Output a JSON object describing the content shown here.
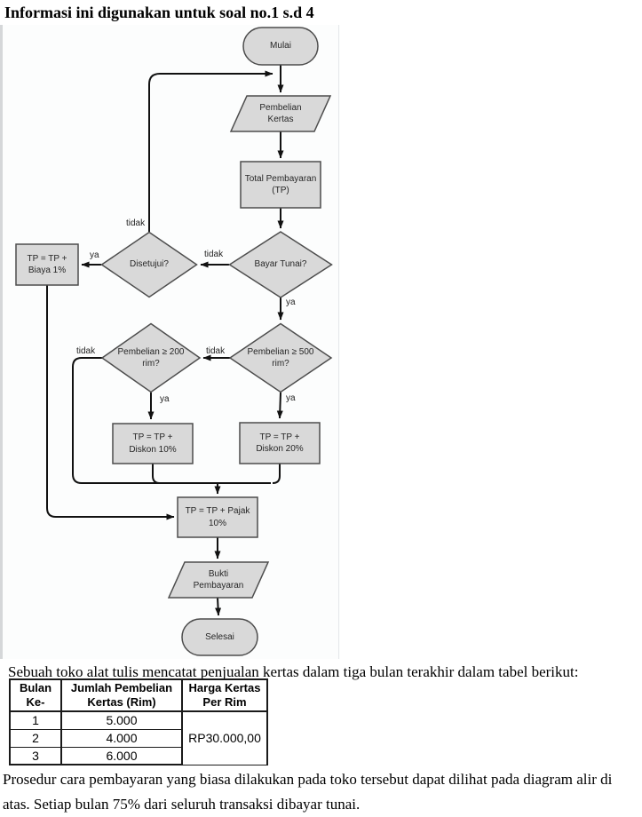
{
  "title": "Informasi ini digunakan untuk soal no.1 s.d 4",
  "flowchart": {
    "nodes": {
      "start": "Mulai",
      "input_purchase": "Pembelian Kertas",
      "total_payment": "Total Pembayaran (TP)",
      "cash_decision": "Bayar Tunai?",
      "approved_decision": "Disetujui?",
      "fee_process": "TP = TP + Biaya 1%",
      "ge500_decision": "Pembelian ≥ 500 rim?",
      "ge200_decision": "Pembelian ≥ 200 rim?",
      "discount20_process": "TP = TP + Diskon 20%",
      "discount10_process": "TP = TP + Diskon 10%",
      "tax_process": "TP = TP + Pajak 10%",
      "output_receipt": "Bukti Pembayaran",
      "end": "Selesai"
    },
    "edge_labels": {
      "cash_no": "tidak",
      "cash_yes": "ya",
      "approved_no": "tidak",
      "approved_yes": "ya",
      "ge500_no": "tidak",
      "ge500_yes": "ya",
      "ge200_no": "tidak",
      "ge200_yes": "ya"
    },
    "colors": {
      "shape_fill": "#d9d9d9",
      "shape_border": "#4d4d4d",
      "line": "#111111"
    }
  },
  "intro_text": "Sebuah toko alat tulis mencatat penjualan kertas dalam tiga bulan terakhir dalam tabel berikut:",
  "table": {
    "headers": [
      "Bulan Ke-",
      "Jumlah Pembelian Kertas (Rim)",
      "Harga Kertas Per Rim"
    ],
    "rows": [
      [
        "1",
        "5.000"
      ],
      [
        "2",
        "4.000"
      ],
      [
        "3",
        "6.000"
      ]
    ],
    "price_merged": "RP30.000,00"
  },
  "outro_text": "Prosedur cara pembayaran yang biasa dilakukan pada toko tersebut dapat dilihat pada diagram alir di atas. Setiap bulan 75% dari seluruh transaksi dibayar tunai."
}
